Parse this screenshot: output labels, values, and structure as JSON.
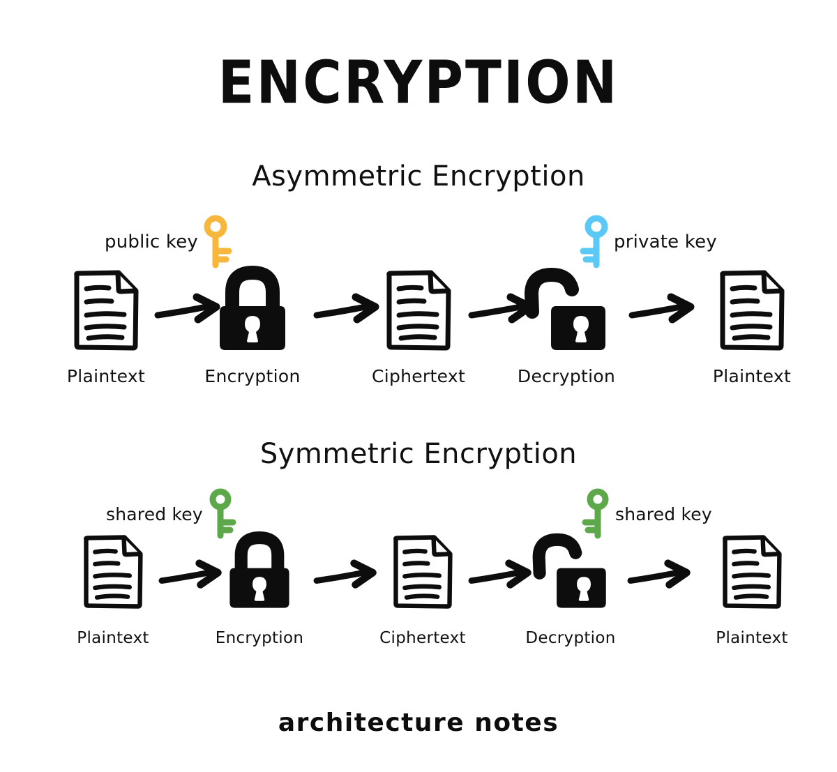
{
  "title": "ENCRYPTION",
  "footer": "architecture notes",
  "colors": {
    "ink": "#0d0d0d",
    "public_key": "#f7b73c",
    "private_key": "#5bc8f5",
    "shared_key": "#5ca84a",
    "background": "#ffffff"
  },
  "sections": [
    {
      "id": "asymmetric",
      "heading": "Asymmetric Encryption",
      "keys": [
        {
          "label": "public key",
          "color": "#f7b73c",
          "icon": "key-icon",
          "side": "left",
          "name": "public-key-annotation"
        },
        {
          "label": "private key",
          "color": "#5bc8f5",
          "icon": "key-icon",
          "side": "right",
          "name": "private-key-annotation"
        }
      ],
      "stages": [
        {
          "caption": "Plaintext",
          "icon": "document-icon"
        },
        {
          "caption": "Encryption",
          "icon": "padlock-closed-icon"
        },
        {
          "caption": "Ciphertext",
          "icon": "document-icon"
        },
        {
          "caption": "Decryption",
          "icon": "padlock-open-icon"
        },
        {
          "caption": "Plaintext",
          "icon": "document-icon"
        }
      ],
      "arrows": 4
    },
    {
      "id": "symmetric",
      "heading": "Symmetric Encryption",
      "keys": [
        {
          "label": "shared key",
          "color": "#5ca84a",
          "icon": "key-icon",
          "side": "left",
          "name": "shared-key-annotation-left"
        },
        {
          "label": "shared key",
          "color": "#5ca84a",
          "icon": "key-icon",
          "side": "right",
          "name": "shared-key-annotation-right"
        }
      ],
      "stages": [
        {
          "caption": "Plaintext",
          "icon": "document-icon"
        },
        {
          "caption": "Encryption",
          "icon": "padlock-closed-icon"
        },
        {
          "caption": "Ciphertext",
          "icon": "document-icon"
        },
        {
          "caption": "Decryption",
          "icon": "padlock-open-icon"
        },
        {
          "caption": "Plaintext",
          "icon": "document-icon"
        }
      ],
      "arrows": 4
    }
  ]
}
